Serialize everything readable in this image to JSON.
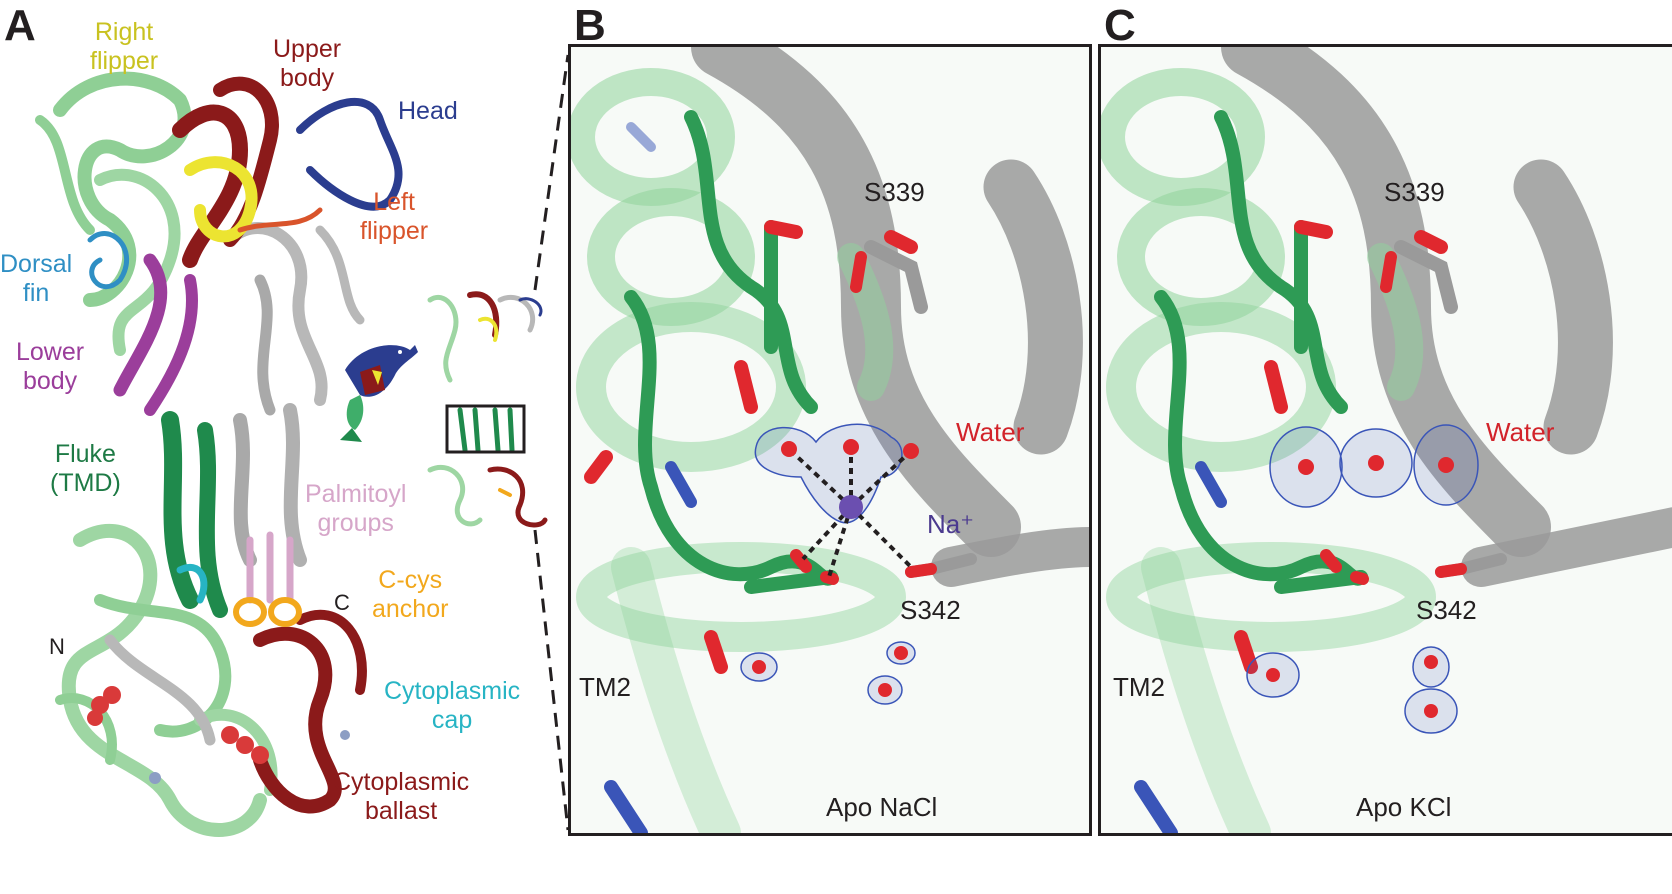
{
  "panels": {
    "a": {
      "label": "A"
    },
    "b": {
      "label": "B"
    },
    "c": {
      "label": "C"
    }
  },
  "panel_a": {
    "right_flipper": {
      "line1": "Right",
      "line2": "flipper",
      "color": "#c9c220"
    },
    "upper_body": {
      "line1": "Upper",
      "line2": "body",
      "color": "#8b1a1a"
    },
    "head": {
      "text": "Head",
      "color": "#2b3d8f"
    },
    "left_flipper": {
      "line1": "Left",
      "line2": "flipper",
      "color": "#d9542b"
    },
    "dorsal_fin": {
      "line1": "Dorsal",
      "line2": "fin",
      "color": "#2f8fc4"
    },
    "lower_body": {
      "line1": "Lower",
      "line2": "body",
      "color": "#9b3e9b"
    },
    "fluke": {
      "line1": "Fluke",
      "line2": "(TMD)",
      "color": "#1e7a45"
    },
    "palmitoyl": {
      "line1": "Palmitoyl",
      "line2": "groups",
      "color": "#d6a6c9"
    },
    "ccys": {
      "line1": "C-cys",
      "line2": "anchor",
      "color": "#f2a81d"
    },
    "n_term": {
      "text": "N",
      "color": "#231f20"
    },
    "c_term": {
      "text": "C",
      "color": "#231f20"
    },
    "cyto_cap": {
      "line1": "Cytoplasmic",
      "line2": "cap",
      "color": "#27b4c4"
    },
    "cyto_ballast": {
      "line1": "Cytoplasmic",
      "line2": "ballast",
      "color": "#8b1a1a"
    }
  },
  "panel_b": {
    "s339": "S339",
    "water": "Water",
    "na": "Na⁺",
    "s342": "S342",
    "tm2": "TM2",
    "caption": "Apo NaCl"
  },
  "panel_c": {
    "s339": "S339",
    "water": "Water",
    "s342": "S342",
    "tm2": "TM2",
    "caption": "Apo KCl"
  },
  "colors": {
    "water_label": "#d2232a",
    "na_label": "#4b3a8f",
    "helix_green": "#3fae6a",
    "helix_gray": "#9a9a9a",
    "mesh_blue": "#3a55b8",
    "oxygen_red": "#e0282e"
  }
}
